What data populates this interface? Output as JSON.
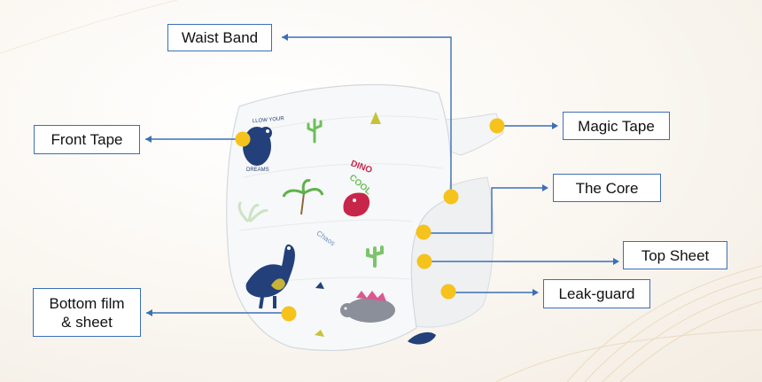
{
  "labels": {
    "waist_band": "Waist Band",
    "front_tape": "Front Tape",
    "magic_tape": "Magic Tape",
    "the_core": "The Core",
    "top_sheet": "Top Sheet",
    "leak_guard": "Leak-guard",
    "bottom_film": "Bottom film\n& sheet"
  },
  "print_text": {
    "follow_your": "LLOW YOUR",
    "dreams": "DREAMS",
    "dino": "DINO",
    "cool": "COOL",
    "chaos": "Chaos"
  },
  "colors": {
    "line": "#3b6fb6",
    "marker": "#f6c21c",
    "box_border": "#3b6fb6"
  }
}
